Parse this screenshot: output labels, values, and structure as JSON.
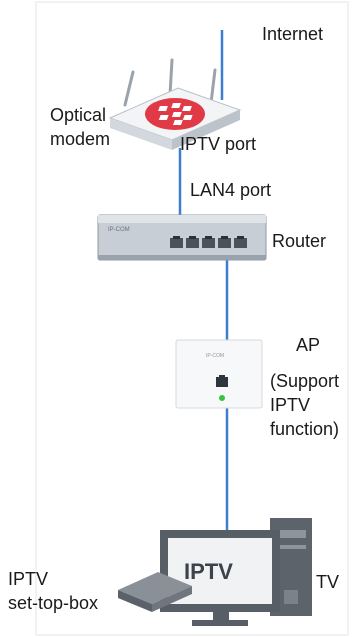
{
  "labels": {
    "internet": "Internet",
    "optical_modem": "Optical\nmodem",
    "iptv_port": "IPTV port",
    "lan4_port": "LAN4 port",
    "router": "Router",
    "ap": "AP",
    "ap_note": "(Support\nIPTV\nfunction)",
    "iptv_stb": "IPTV\nset-top-box",
    "tv": "TV",
    "screen_text": "IPTV",
    "brand_router": "IP-COM",
    "brand_ap": "IP-COM"
  },
  "colors": {
    "cable": "#3c7fd0",
    "modem_accent": "#e03a46",
    "led": "#38c43e",
    "device_gray": "#8f98a3",
    "device_light": "#e9edf1"
  },
  "icons": [
    "optical-modem-icon",
    "router-icon",
    "ap-icon",
    "tv-icon",
    "pc-tower-icon",
    "set-top-box-icon"
  ]
}
